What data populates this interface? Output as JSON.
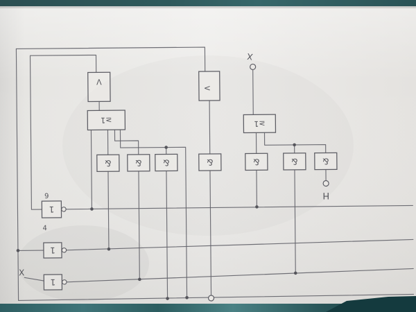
{
  "scene": {
    "desk_color": "#2e5a5c",
    "desk_dark": "#16393c",
    "paper_color": "#eae8e5",
    "ink_color": "#5f5f64"
  },
  "diagram": {
    "description": "hand-drawn pencil logic circuit schematic on paper",
    "gates": [
      {
        "id": "timer-left",
        "label": "Λ"
      },
      {
        "id": "timer-right",
        "label": "<"
      },
      {
        "id": "or-left",
        "label": "≥1"
      },
      {
        "id": "or-right",
        "label": "≥1"
      },
      {
        "id": "and-1",
        "label": "&"
      },
      {
        "id": "and-2",
        "label": "&"
      },
      {
        "id": "and-3",
        "label": "&"
      },
      {
        "id": "and-4",
        "label": "&"
      },
      {
        "id": "and-5",
        "label": "&"
      },
      {
        "id": "and-6",
        "label": "&"
      },
      {
        "id": "and-7",
        "label": "&"
      },
      {
        "id": "not-1",
        "label": "1"
      },
      {
        "id": "not-2",
        "label": "1"
      },
      {
        "id": "not-3",
        "label": "1"
      }
    ],
    "terminals": [
      {
        "id": "input-x-top",
        "label": "X"
      },
      {
        "id": "input-x-left",
        "label": "X"
      },
      {
        "id": "output-h",
        "label": "H"
      }
    ],
    "annotations": [
      {
        "id": "note-9",
        "label": "9"
      },
      {
        "id": "note-4",
        "label": "4"
      }
    ]
  }
}
